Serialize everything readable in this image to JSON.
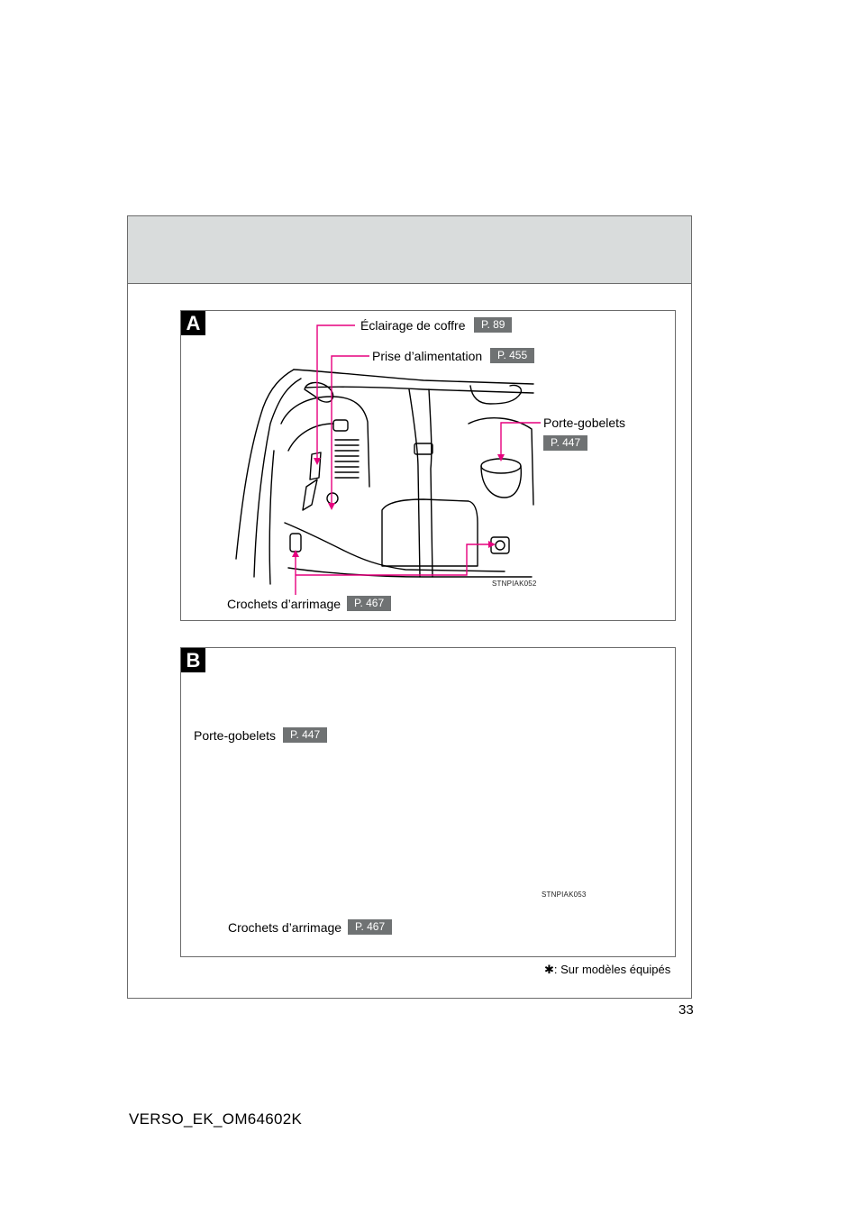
{
  "panel_a": {
    "letter": "A",
    "eclairage_label": "Éclairage de coffre",
    "eclairage_page": "P. 89",
    "prise_label": "Prise d’alimentation",
    "prise_page": "P. 455",
    "porte_label": "Porte-gobelets",
    "porte_page": "P. 447",
    "crochets_label": "Crochets d’arrimage",
    "crochets_page": "P. 467",
    "image_code": "STNPIAK052"
  },
  "panel_b": {
    "letter": "B",
    "porte_label": "Porte-gobelets",
    "porte_page": "P. 447",
    "crochets_label": "Crochets d’arrimage",
    "crochets_page": "P. 467",
    "image_code": "STNPIAK053"
  },
  "footnote": {
    "symbol": "✱",
    "text": ": Sur modèles équipés"
  },
  "page_number": "33",
  "document_code": "VERSO_EK_OM64602K",
  "colors": {
    "callout": "#e6007e",
    "header_band": "#d9dcdc",
    "badge": "#6f7273"
  }
}
